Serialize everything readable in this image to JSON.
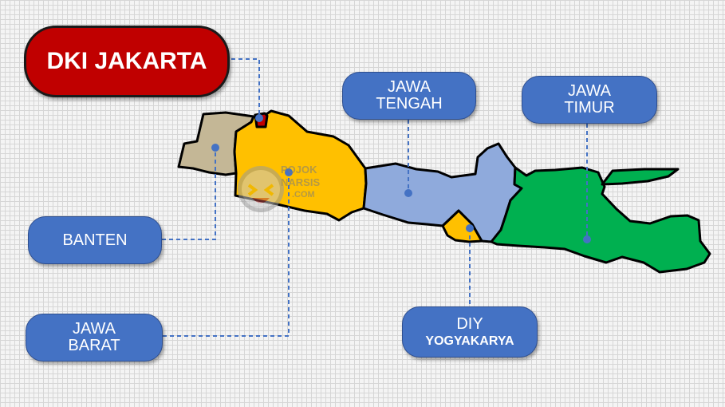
{
  "regions": [
    {
      "id": "banten",
      "label_lines": [
        "BANTEN"
      ],
      "fill": "#c4b796"
    },
    {
      "id": "dki",
      "label_lines": [
        "DKI JAKARTA"
      ],
      "fill": "#c00000"
    },
    {
      "id": "jabar",
      "label_lines": [
        "JAWA",
        "BARAT"
      ],
      "fill": "#ffc000"
    },
    {
      "id": "jateng",
      "label_lines": [
        "JAWA",
        "TENGAH"
      ],
      "fill": "#8faadc"
    },
    {
      "id": "diy",
      "label_lines": [
        "DIY",
        "YOGYAKARYA"
      ],
      "fill": "#ffc000"
    },
    {
      "id": "jatim",
      "label_lines": [
        "JAWA",
        "TIMUR"
      ],
      "fill": "#00b050"
    }
  ],
  "colors": {
    "label_fill": "#4472c4",
    "dki_label_fill": "#c00000",
    "connector": "#4472c4",
    "outline": "#000000"
  },
  "watermark": {
    "lines": [
      "POJOK",
      "NARSIS",
      ".COM"
    ],
    "icon": "smiley-face-logo"
  }
}
